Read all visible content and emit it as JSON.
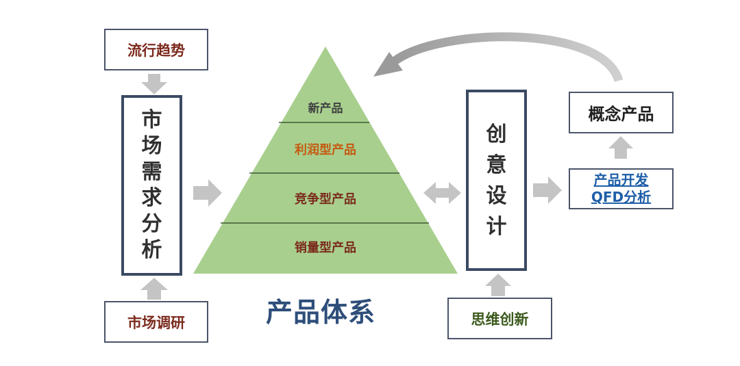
{
  "left": {
    "trend": "流行趋势",
    "market_analysis": "市场需求分析",
    "market_research": "市场调研"
  },
  "pyramid": {
    "title": "产品体系",
    "levels": [
      "新产品",
      "利润型产品",
      "竞争型产品",
      "销量型产品"
    ]
  },
  "right": {
    "creative_design": "创意设计",
    "thinking_innovation": "思维创新",
    "concept_product": "概念产品",
    "product_dev_line1": "产品开发",
    "product_dev_line2": "QFD分析"
  },
  "colors": {
    "pyramid_fill": "#a8cf8e",
    "pyramid_line": "#3f5a34",
    "dark_red": "#7b2a1c",
    "orange": "#c55a11",
    "blue_title": "#2e4e7a",
    "blue_text": "#1e5ea8",
    "green_text": "#3c5a1e",
    "arrow_gray": "#c4c4c4",
    "box_border": "#3b4a63"
  }
}
